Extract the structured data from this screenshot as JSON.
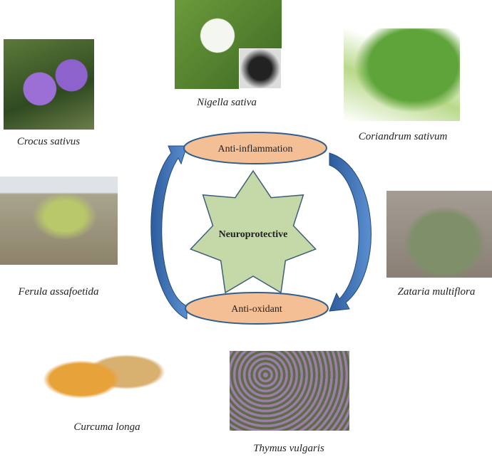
{
  "plants": [
    {
      "name": "Crocus sativus"
    },
    {
      "name": "Nigella sativa"
    },
    {
      "name": "Coriandrum sativum"
    },
    {
      "name": "Ferula assafoetida"
    },
    {
      "name": "Zataria multiflora"
    },
    {
      "name": "Curcuma longa"
    },
    {
      "name": "Thymus vulgaris"
    }
  ],
  "center": {
    "label": "Neuroprotective"
  },
  "effects": {
    "top": "Anti-inflammation",
    "bottom": "Anti-oxidant"
  },
  "colors": {
    "ellipse": "#f5bf95",
    "star": "#c5d9a8",
    "arrow": "#3a6fb5"
  }
}
